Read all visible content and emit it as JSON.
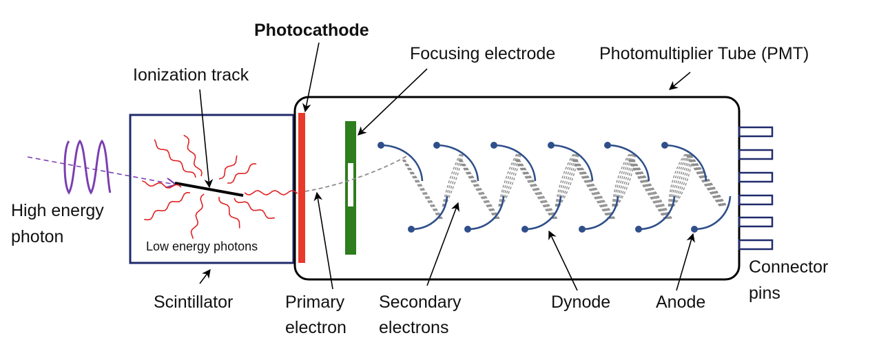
{
  "labels": {
    "photocathode": "Photocathode",
    "focusing_electrode": "Focusing electrode",
    "pmt": "Photomultiplier Tube (PMT)",
    "ionization_track": "Ionization track",
    "high_energy_photon_line1": "High energy",
    "high_energy_photon_line2": "photon",
    "low_energy_photons": "Low energy photons",
    "scintillator": "Scintillator",
    "primary_electron_line1": "Primary",
    "primary_electron_line2": "electron",
    "secondary_electrons_line1": "Secondary",
    "secondary_electrons_line2": "electrons",
    "dynode": "Dynode",
    "anode": "Anode",
    "connector_pins_line1": "Connector",
    "connector_pins_line2": "pins"
  },
  "colors": {
    "photocathode": "#e8392b",
    "focusing_electrode": "#2e7d1e",
    "scintillator_border": "#1f2a6b",
    "dynode": "#2f4f8a",
    "photon": "#7a3fb0",
    "low_energy_photon": "#e02020",
    "electron_paths": "#8c8c8c",
    "pmt_border": "#000000",
    "pins": "#1f2a6b"
  }
}
